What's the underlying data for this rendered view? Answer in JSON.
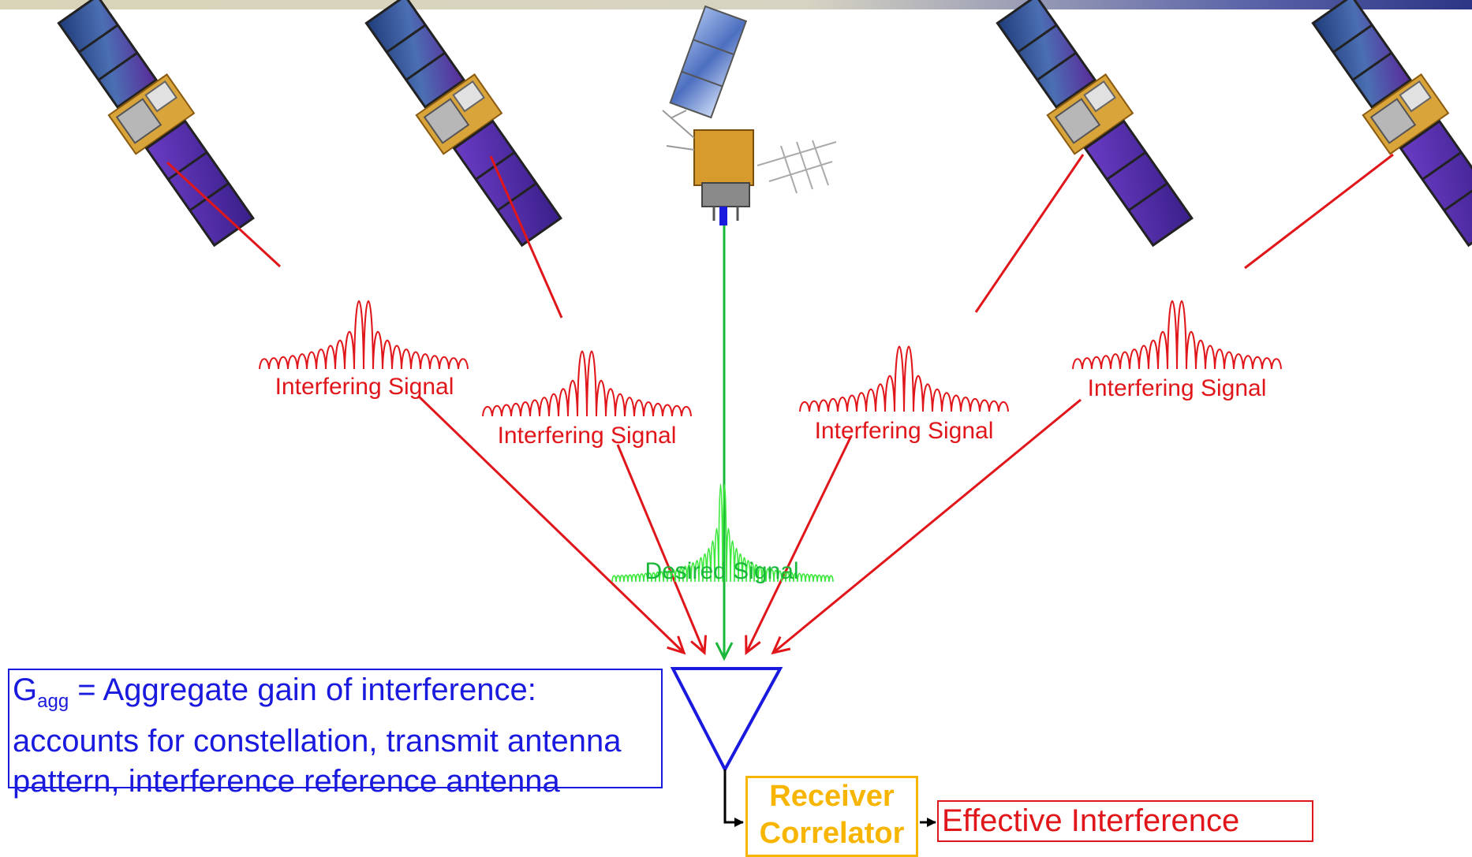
{
  "interfering_signals": [
    {
      "label": "Interfering Signal"
    },
    {
      "label": "Interfering Signal"
    },
    {
      "label": "Interfering Signal"
    },
    {
      "label": "Interfering Signal"
    }
  ],
  "desired_signal": {
    "label": "Desired Signal"
  },
  "gagg": {
    "symbol": "G",
    "subscript": "agg",
    "line1_rest": " = Aggregate gain of interference:",
    "line2": "accounts for constellation, transmit antenna",
    "line3": "pattern, interference reference antenna"
  },
  "receiver_correlator": {
    "line1": "Receiver",
    "line2": "Correlator"
  },
  "effective_interference": {
    "label": "Effective Interference"
  },
  "colors": {
    "interference": "#e0161b",
    "desired": "#1ab83a",
    "desired_spectrum": "#3de83d",
    "antenna": "#1a1adf",
    "receiver": "#f7b500"
  }
}
